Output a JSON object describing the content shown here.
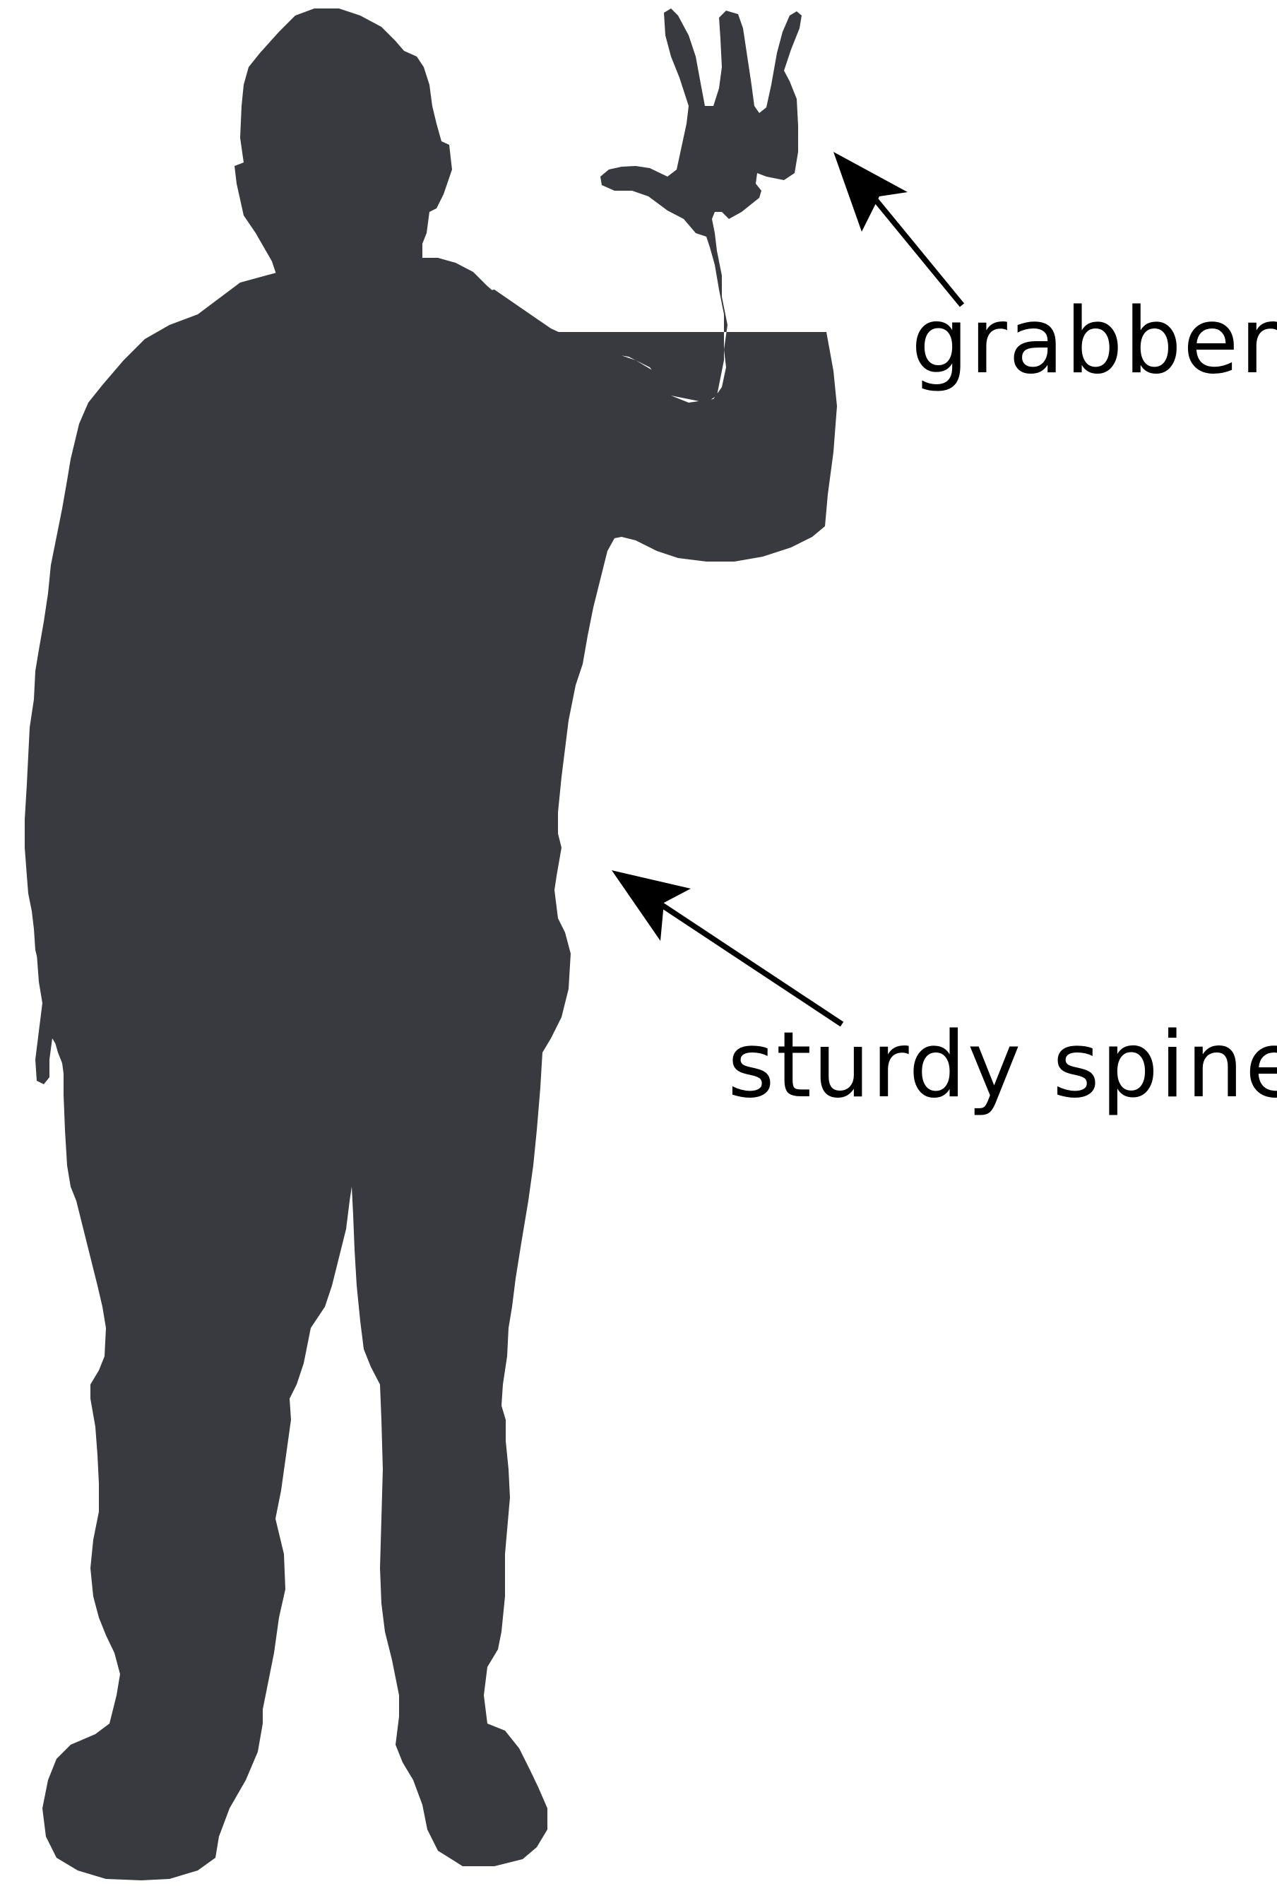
{
  "colors": {
    "background": "#ffffff",
    "silhouette": "#393a3f",
    "annotation": "#000000"
  },
  "figure": {
    "subject": "person-silhouette-waving",
    "annotations": [
      {
        "label": "grabber"
      },
      {
        "label": "sturdy spine"
      }
    ]
  }
}
